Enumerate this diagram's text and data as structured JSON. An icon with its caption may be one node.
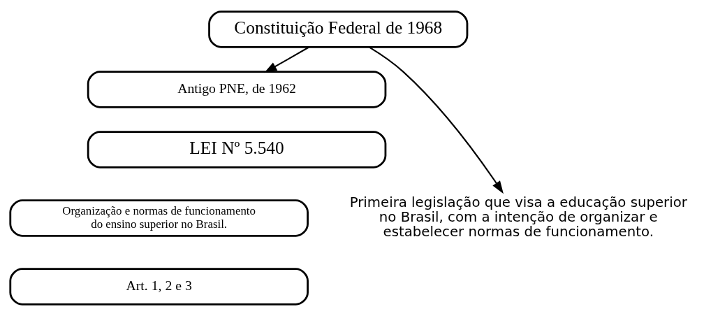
{
  "diagram": {
    "nodes": [
      {
        "text": [
          "Constituição Federal de 1968"
        ]
      },
      {
        "text": [
          "Antigo PNE, de 1962"
        ]
      },
      {
        "text": [
          "LEI Nº 5.540"
        ]
      },
      {
        "text": [
          "Organização e normas de funcionamento do ensino superior no Brasil."
        ]
      },
      {
        "text": [
          "Art. 1, 2 e 3"
        ]
      },
      {
        "text": [
          "Primeira legislação que visa a educação superior no Brasil, com a intenção de organizar e estabelecer normas de funcionamento."
        ]
      }
    ],
    "edges": [
      {
        "from": 0,
        "to": 1,
        "arrow": "to"
      },
      {
        "from": 0,
        "to": 5,
        "arrow": "to"
      }
    ]
  }
}
